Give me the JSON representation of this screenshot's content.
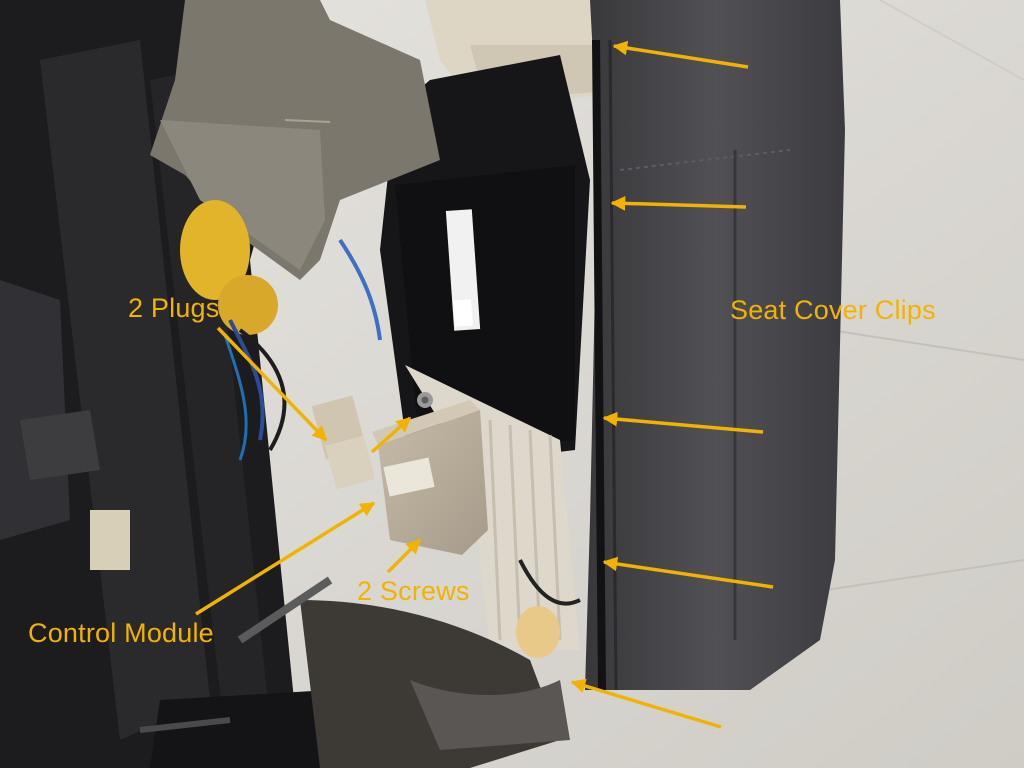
{
  "labels": {
    "plugs": "2 Plugs",
    "screws": "2 Screws",
    "control_module": "Control Module",
    "seat_cover_clips": "Seat Cover Clips"
  },
  "colors": {
    "annotation": "#f2b300",
    "floor": "#dcdad5",
    "seat_leather": "#46464a",
    "frame": "#1c1c1e",
    "module_box": "#b8ad9c"
  }
}
